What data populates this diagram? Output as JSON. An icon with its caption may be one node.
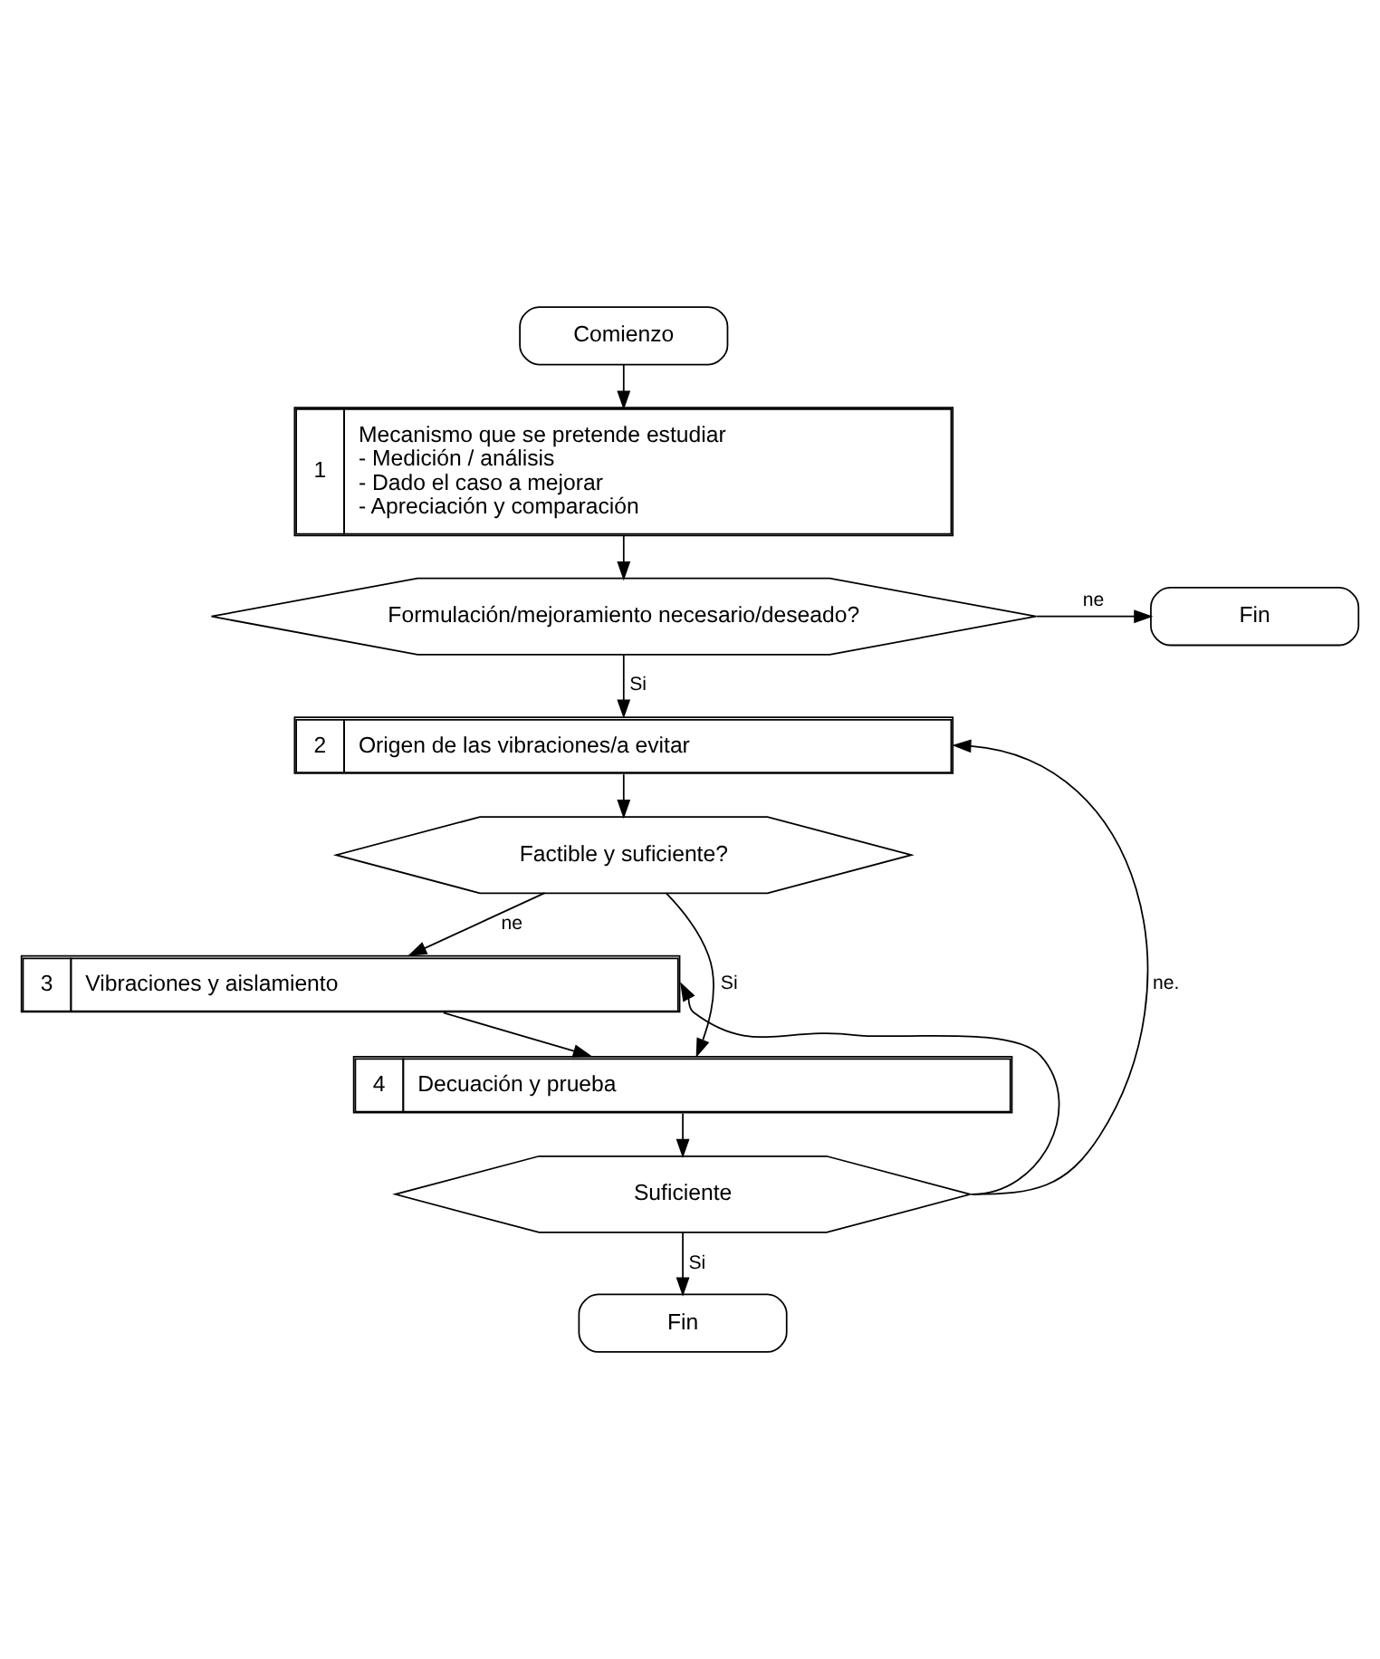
{
  "diagram": {
    "nodes": [
      {
        "text": [
          "Comienzo"
        ]
      },
      {
        "text": [
          "1",
          "Mecanismo que se pretende estudiar",
          "- Medición / análisis",
          "- Dado el caso a mejorar",
          "- Apreciación y comparación"
        ]
      },
      {
        "text": [
          "Formulación/mejoramiento necesario/deseado?"
        ]
      },
      {
        "text": [
          "Fin"
        ]
      },
      {
        "text": [
          "2",
          "Origen de las vibraciones/a evitar"
        ]
      },
      {
        "text": [
          "Factible y suficiente?"
        ]
      },
      {
        "text": [
          "3",
          "Vibraciones y aislamiento"
        ]
      },
      {
        "text": [
          "4",
          "Decuación y prueba"
        ]
      },
      {
        "text": [
          "Suficiente"
        ]
      },
      {
        "text": [
          "Fin"
        ]
      }
    ],
    "edges": [
      {
        "from": 0,
        "to": 1,
        "arrow": "to"
      },
      {
        "from": 1,
        "to": 2,
        "arrow": "to"
      },
      {
        "from": 2,
        "to": 3,
        "label": "ne",
        "arrow": "to"
      },
      {
        "from": 2,
        "to": 4,
        "label": "Si",
        "arrow": "to"
      },
      {
        "from": 4,
        "to": 5,
        "arrow": "to"
      },
      {
        "from": 5,
        "to": 6,
        "label": "ne",
        "arrow": "to"
      },
      {
        "from": 5,
        "to": 7,
        "label": "Si",
        "arrow": "to"
      },
      {
        "from": 6,
        "to": 7,
        "arrow": "to"
      },
      {
        "from": 7,
        "to": 8,
        "arrow": "to"
      },
      {
        "from": 8,
        "to": 4,
        "label": "ne.",
        "arrow": "to"
      },
      {
        "from": 8,
        "to": 6,
        "arrow": "to"
      },
      {
        "from": 8,
        "to": 9,
        "label": "Si",
        "arrow": "to"
      }
    ]
  }
}
